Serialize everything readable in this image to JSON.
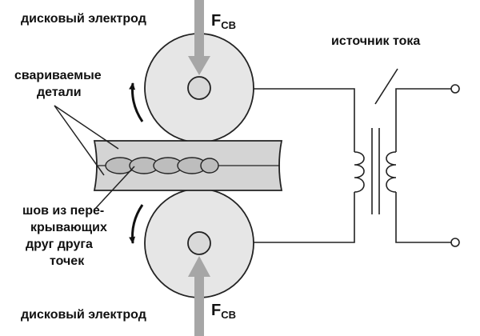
{
  "labels": {
    "top_electrode": "дисковый электрод",
    "bottom_electrode": "дисковый электрод",
    "welded_parts_line1": "свариваемые",
    "welded_parts_line2": "детали",
    "seam_line1": "шов из пере-",
    "seam_line2": "крывающих",
    "seam_line3": "друг друга",
    "seam_line4": "точек",
    "power_source": "источник тока"
  },
  "force_top": {
    "symbol": "F",
    "subscript": "СВ"
  },
  "force_bottom": {
    "symbol": "F",
    "subscript": "СВ"
  },
  "colors": {
    "disc_fill": "#e6e6e6",
    "hub_fill": "#d9d9d9",
    "plate_fill": "#d4d4d4",
    "seam_fill": "#bdbdbd",
    "force_arrow": "#a6a6a6",
    "line": "#222222"
  }
}
